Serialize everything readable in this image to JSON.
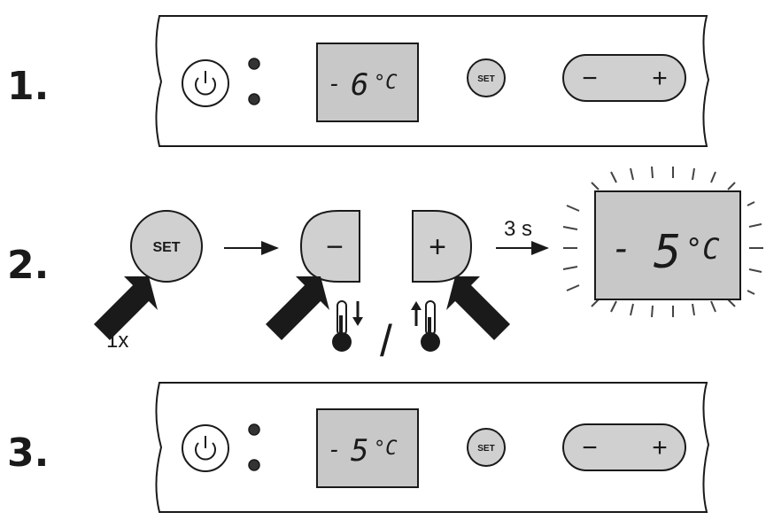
{
  "steps": [
    {
      "number": "1.",
      "display": {
        "sign": "-",
        "value": "6",
        "unit": "°C"
      }
    },
    {
      "number": "2.",
      "set_label": "SET",
      "press_count": "1x",
      "delay_label": "3 s",
      "minus_label": "−",
      "plus_label": "+",
      "divider": "/",
      "display": {
        "sign": "-",
        "value": "5",
        "unit": "°C"
      }
    },
    {
      "number": "3.",
      "display": {
        "sign": "-",
        "value": "5",
        "unit": "°C"
      }
    }
  ],
  "panel": {
    "set_label": "SET",
    "minus_label": "−",
    "plus_label": "+"
  },
  "colors": {
    "lcd": "#c8c8c8",
    "button": "#d0d0d0",
    "ink": "#1a1a1a",
    "panel": "#ffffff"
  },
  "icons": [
    "power-icon",
    "indicator-led-icon",
    "arrow-pointer-icon",
    "thermometer-down-icon",
    "thermometer-up-icon",
    "arrow-right-icon",
    "blink-rays-icon"
  ]
}
